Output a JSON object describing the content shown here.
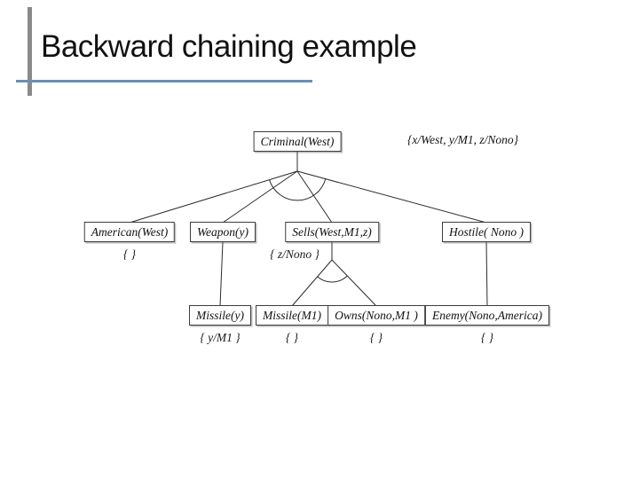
{
  "title": "Backward chaining example",
  "diagram": {
    "unifier_annotation": "{x/West, y/M1, z/Nono}",
    "nodes": [
      {
        "id": "criminal",
        "label": "Criminal(West)",
        "substitution": ""
      },
      {
        "id": "american",
        "label": "American(West)",
        "substitution": "{ }"
      },
      {
        "id": "weapon",
        "label": "Weapon(y)",
        "substitution": ""
      },
      {
        "id": "sells",
        "label": "Sells(West,M1,z)",
        "substitution": "{ z/Nono }"
      },
      {
        "id": "hostile",
        "label": "Hostile( Nono )",
        "substitution": ""
      },
      {
        "id": "missile_y",
        "label": "Missile(y)",
        "substitution": "{ y/M1 }"
      },
      {
        "id": "missile_m1",
        "label": "Missile(M1)",
        "substitution": "{ }"
      },
      {
        "id": "owns",
        "label": "Owns(Nono,M1 )",
        "substitution": "{ }"
      },
      {
        "id": "enemy",
        "label": "Enemy(Nono,America)",
        "substitution": "{ }"
      }
    ],
    "edges": [
      {
        "from": "criminal",
        "to": [
          "american",
          "weapon",
          "sells",
          "hostile"
        ],
        "and_arc": true
      },
      {
        "from": "weapon",
        "to": [
          "missile_y"
        ],
        "and_arc": false
      },
      {
        "from": "sells",
        "to": [
          "missile_m1",
          "owns"
        ],
        "and_arc": true
      },
      {
        "from": "hostile",
        "to": [
          "enemy"
        ],
        "and_arc": false
      }
    ]
  },
  "colors": {
    "accent_bar": "#8a8a8a",
    "accent_underline": "#6d8fb0",
    "edge": "#2b2b2b",
    "node_border": "#3c3c3c",
    "text": "#111111"
  }
}
